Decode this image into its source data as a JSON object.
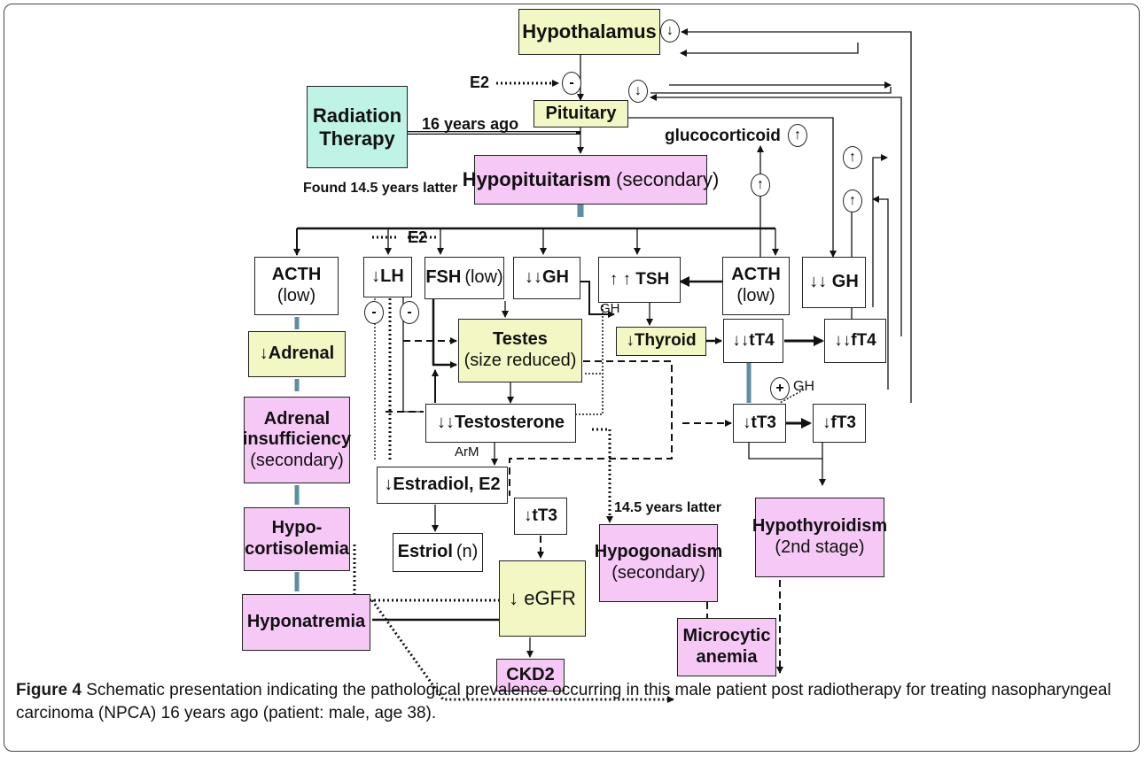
{
  "nodes": {
    "hypothalamus": "Hypothalamus",
    "pituitary": "Pituitary",
    "radiation_line1": "Radiation",
    "radiation_line2": "Therapy",
    "hypopituitarism": "Hypopituitarism",
    "hypopituitarism_note": "(secondary)",
    "acth_left": "ACTH",
    "acth_left_note": "(low)",
    "lh": "↓LH",
    "fsh": "FSH",
    "fsh_note": "(low)",
    "gh_mid": "↓↓GH",
    "tsh": "↑ ↑ TSH",
    "acth_right": "ACTH",
    "acth_right_note": "(low)",
    "gh_right": "↓↓ GH",
    "adrenal": "↓Adrenal",
    "testes_line1": "Testes",
    "testes_line2": "(size reduced)",
    "thyroid": "↓Thyroid",
    "tt4": "↓↓tT4",
    "ft4": "↓↓fT4",
    "adrenal_insuff_line1": "Adrenal",
    "adrenal_insuff_line2": "insufficiency",
    "adrenal_insuff_line3": "(secondary)",
    "testosterone": "↓↓Testosterone",
    "tt3_right": "↓tT3",
    "ft3": "↓fT3",
    "estradiol": "↓Estradiol, E2",
    "tt3_mid": "↓tT3",
    "hypocort_line1": "Hypo-",
    "hypocort_line2": "cortisolemia",
    "estriol": "Estriol",
    "estriol_note": "(n)",
    "hypogonadism": "Hypogonadism",
    "hypogonadism_note": "(secondary)",
    "hypothyroidism": "Hypothyroidism",
    "hypothyroidism_note": "(2nd stage)",
    "egfr": "↓ eGFR",
    "hyponatremia": "Hyponatremia",
    "microcytic_line1": "Microcytic",
    "microcytic_line2": "anemia",
    "ckd2": "CKD2"
  },
  "labels": {
    "e2_top": "E2",
    "years_ago": "16 years ago",
    "found_later": "Found 14.5 years latter",
    "glucocorticoid": "glucocorticoid",
    "e2_mid": "E2",
    "gh_small": "GH",
    "gh_plus": "GH",
    "arm": "ArM",
    "years_later": "14.5 years latter"
  },
  "symbols": {
    "minus": "-",
    "plus": "+",
    "down": "↓",
    "up": "↑"
  },
  "caption": {
    "label": "Figure 4",
    "text": "Schematic presentation indicating the pathological prevalence occurring in this male patient post radiotherapy for treating nasopharyngeal carcinoma (NPCA) 16 years ago (patient: male, age 38)."
  },
  "colors": {
    "yellow_box": "#f2f7c4",
    "pink_box": "#f6c8f5",
    "cyan_box": "#bff3e6",
    "double_arrow": "#6f9eb0"
  }
}
